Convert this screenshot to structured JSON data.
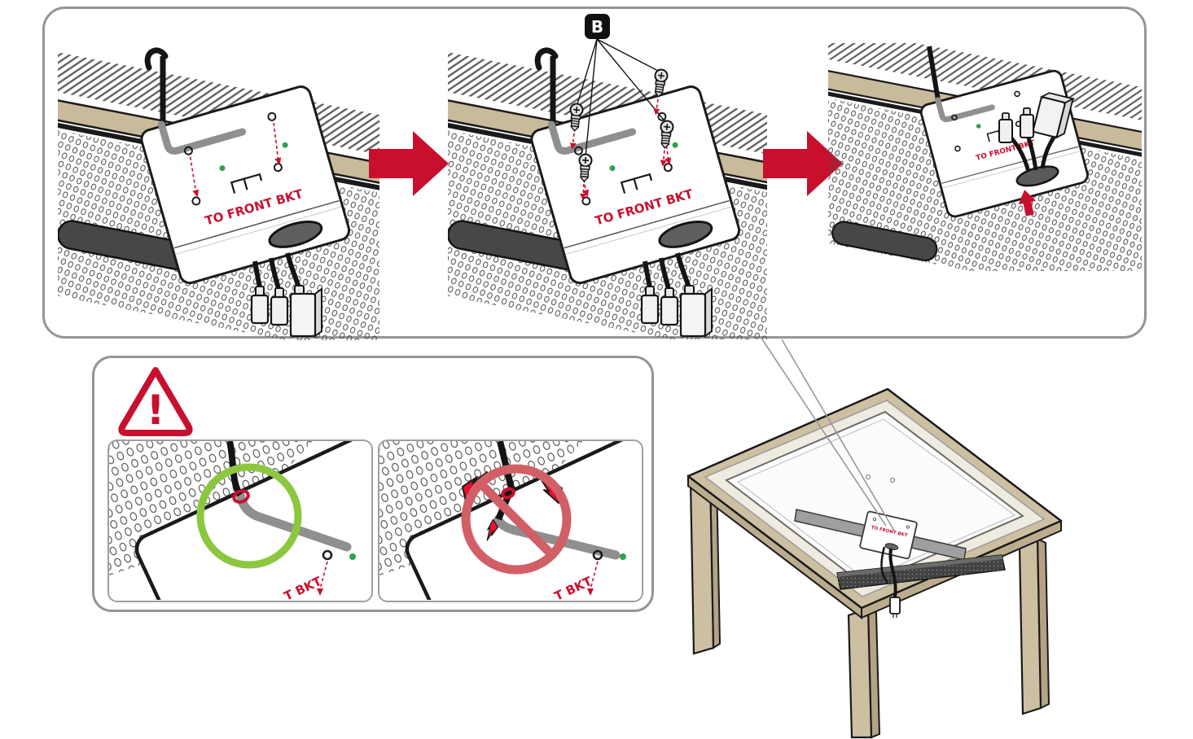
{
  "labels": {
    "badge": "B",
    "bracket": "TO FRONT BKT",
    "bracket_partial": "T BKT",
    "exclamation": "!"
  },
  "colors": {
    "accent_red": "#C8102E",
    "ok_green": "#8DC63F",
    "dot_green": "#2EA24C",
    "prohibit_red": "#D25F66",
    "spark_red": "#E8112D",
    "wood_tan": "#CDBFA2",
    "panel_border": "#939598",
    "ink": "#1A1A1A"
  },
  "icons": {
    "b-badge-icon": "black rounded square with letter B",
    "warning-triangle-icon": "red triangle with exclamation",
    "arrow-right-icon": "red step arrow",
    "arrow-up-icon": "red direction arrow through opening",
    "ok-circle-icon": "green circle (correct cable bend)",
    "prohibition-icon": "red circle with slash (incorrect cable bend)",
    "screw-icon": "screw B with dashed insertion line",
    "cable-hook-icon": "hooked cable end"
  },
  "steps": [
    {
      "id": 1,
      "name": "route-cable-under-bracket"
    },
    {
      "id": 2,
      "name": "fasten-four-screws-b"
    },
    {
      "id": 3,
      "name": "pass-connectors-through-opening"
    }
  ],
  "scene": {
    "table": "tv-face-down-on-table",
    "callout": "bracket-location-on-tv"
  }
}
